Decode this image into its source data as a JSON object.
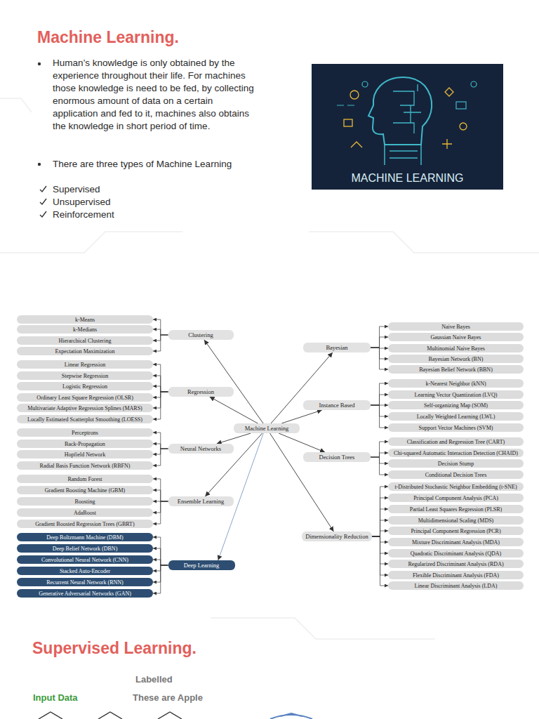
{
  "diagram": {
    "title": "Machine Learning.",
    "nodes": [
      {
        "text": [
          "Machine Learning"
        ]
      },
      {
        "text": [
          "Clustering"
        ]
      },
      {
        "text": [
          "Regression"
        ]
      },
      {
        "text": [
          "Neural Networks"
        ]
      },
      {
        "text": [
          "Ensemble Learning"
        ]
      },
      {
        "text": [
          "Deep Learning"
        ]
      },
      {
        "text": [
          "Bayesian"
        ]
      },
      {
        "text": [
          "Instance Based"
        ]
      },
      {
        "text": [
          "Decision Trees"
        ]
      },
      {
        "text": [
          "Dimensionality Reduction"
        ]
      },
      {
        "text": [
          "k-Means"
        ]
      },
      {
        "text": [
          "k-Medians"
        ]
      },
      {
        "text": [
          "Hierarchical Clustering"
        ]
      },
      {
        "text": [
          "Expectation Maximization"
        ]
      },
      {
        "text": [
          "Linear Regression"
        ]
      },
      {
        "text": [
          "Stepwise Regression"
        ]
      },
      {
        "text": [
          "Logistic Regression"
        ]
      },
      {
        "text": [
          "Ordinary Least Square Regression (OLSR)"
        ]
      },
      {
        "text": [
          "Multivariate Adaptive Regression Splines (MARS)"
        ]
      },
      {
        "text": [
          "Locally Estimated Scatterplot Smoothing (LOESS)"
        ]
      },
      {
        "text": [
          "Perceptrons"
        ]
      },
      {
        "text": [
          "Back-Propagation"
        ]
      },
      {
        "text": [
          "Hopfield Network"
        ]
      },
      {
        "text": [
          "Radial Basis Function Network (RBFN)"
        ]
      },
      {
        "text": [
          "Random Forest"
        ]
      },
      {
        "text": [
          "Gradient Boosting Machine (GBM)"
        ]
      },
      {
        "text": [
          "Boosting"
        ]
      },
      {
        "text": [
          "AdaBoost"
        ]
      },
      {
        "text": [
          "Gradient Boosted Regression Trees (GBRT)"
        ]
      },
      {
        "text": [
          "Deep Boltzmann Machine (DBM)"
        ]
      },
      {
        "text": [
          "Deep Belief Network (DBN)"
        ]
      },
      {
        "text": [
          "Convolutional Neural Network (CNN)"
        ]
      },
      {
        "text": [
          "Stacked Auto-Encoder"
        ]
      },
      {
        "text": [
          "Recurrent Neural Network (RNN)"
        ]
      },
      {
        "text": [
          "Generative Adversarial Networks (GAN)"
        ]
      },
      {
        "text": [
          "Naive Bayes"
        ]
      },
      {
        "text": [
          "Gaussian Naive Bayes"
        ]
      },
      {
        "text": [
          "Multinomial Naive Bayes"
        ]
      },
      {
        "text": [
          "Bayesian Network (BN)"
        ]
      },
      {
        "text": [
          "Bayesian Belief Network (BBN)"
        ]
      },
      {
        "text": [
          "k-Nearest Neighbor (kNN)"
        ]
      },
      {
        "text": [
          "Learning Vector Quantization (LVQ)"
        ]
      },
      {
        "text": [
          "Self-organizing Map (SOM)"
        ]
      },
      {
        "text": [
          "Locally Weighted Learning (LWL)"
        ]
      },
      {
        "text": [
          "Support Vector Machines (SVM)"
        ]
      },
      {
        "text": [
          "Classification and Regression Tree (CART)"
        ]
      },
      {
        "text": [
          "Chi-squared Automatic Interaction Detection (CHAID)"
        ]
      },
      {
        "text": [
          "Decision Stump"
        ]
      },
      {
        "text": [
          "Conditional Decision Trees"
        ]
      },
      {
        "text": [
          "t-Distributed Stochastic Neighbor Embedding (t-SNE)"
        ]
      },
      {
        "text": [
          "Principal Component Analysis (PCA)"
        ]
      },
      {
        "text": [
          "Partial Least Squares Regression (PLSR)"
        ]
      },
      {
        "text": [
          "Multidimensional Scaling (MDS)"
        ]
      },
      {
        "text": [
          "Principal Component Regression (PCR)"
        ]
      },
      {
        "text": [
          "Mixture Discriminant Analysis (MDA)"
        ]
      },
      {
        "text": [
          "Quadratic Discriminant Analysis (QDA)"
        ]
      },
      {
        "text": [
          "Regularized Discriminant Analysis (RDA)"
        ]
      },
      {
        "text": [
          "Flexible Discriminant Analysis (FDA)"
        ]
      },
      {
        "text": [
          "Linear Discriminant Analysis (LDA)"
        ]
      }
    ],
    "edges": [
      {
        "from": 0,
        "to": 1,
        "arrow": "to"
      },
      {
        "from": 0,
        "to": 2,
        "arrow": "to"
      },
      {
        "from": 0,
        "to": 3,
        "arrow": "to"
      },
      {
        "from": 0,
        "to": 4,
        "arrow": "to"
      },
      {
        "from": 0,
        "to": 5,
        "arrow": "to"
      },
      {
        "from": 0,
        "to": 6,
        "arrow": "to"
      },
      {
        "from": 0,
        "to": 7,
        "arrow": "to"
      },
      {
        "from": 0,
        "to": 8,
        "arrow": "to"
      },
      {
        "from": 0,
        "to": 9,
        "arrow": "to"
      },
      {
        "from": 1,
        "to": 10,
        "arrow": "to"
      },
      {
        "from": 1,
        "to": 11,
        "arrow": "to"
      },
      {
        "from": 1,
        "to": 12,
        "arrow": "to"
      },
      {
        "from": 1,
        "to": 13,
        "arrow": "to"
      },
      {
        "from": 2,
        "to": 14,
        "arrow": "to"
      },
      {
        "from": 2,
        "to": 15,
        "arrow": "to"
      },
      {
        "from": 2,
        "to": 16,
        "arrow": "to"
      },
      {
        "from": 2,
        "to": 17,
        "arrow": "to"
      },
      {
        "from": 2,
        "to": 18,
        "arrow": "to"
      },
      {
        "from": 2,
        "to": 19,
        "arrow": "to"
      },
      {
        "from": 3,
        "to": 20,
        "arrow": "to"
      },
      {
        "from": 3,
        "to": 21,
        "arrow": "to"
      },
      {
        "from": 3,
        "to": 22,
        "arrow": "to"
      },
      {
        "from": 3,
        "to": 23,
        "arrow": "to"
      },
      {
        "from": 4,
        "to": 24,
        "arrow": "to"
      },
      {
        "from": 4,
        "to": 25,
        "arrow": "to"
      },
      {
        "from": 4,
        "to": 26,
        "arrow": "to"
      },
      {
        "from": 4,
        "to": 27,
        "arrow": "to"
      },
      {
        "from": 4,
        "to": 28,
        "arrow": "to"
      },
      {
        "from": 5,
        "to": 29,
        "arrow": "to"
      },
      {
        "from": 5,
        "to": 30,
        "arrow": "to"
      },
      {
        "from": 5,
        "to": 31,
        "arrow": "to"
      },
      {
        "from": 5,
        "to": 32,
        "arrow": "to"
      },
      {
        "from": 5,
        "to": 33,
        "arrow": "to"
      },
      {
        "from": 5,
        "to": 34,
        "arrow": "to"
      },
      {
        "from": 6,
        "to": 35,
        "arrow": "to"
      },
      {
        "from": 6,
        "to": 36,
        "arrow": "to"
      },
      {
        "from": 6,
        "to": 37,
        "arrow": "to"
      },
      {
        "from": 6,
        "to": 38,
        "arrow": "to"
      },
      {
        "from": 6,
        "to": 39,
        "arrow": "to"
      },
      {
        "from": 7,
        "to": 40,
        "arrow": "to"
      },
      {
        "from": 7,
        "to": 41,
        "arrow": "to"
      },
      {
        "from": 7,
        "to": 42,
        "arrow": "to"
      },
      {
        "from": 7,
        "to": 43,
        "arrow": "to"
      },
      {
        "from": 7,
        "to": 44,
        "arrow": "to"
      },
      {
        "from": 8,
        "to": 45,
        "arrow": "to"
      },
      {
        "from": 8,
        "to": 46,
        "arrow": "to"
      },
      {
        "from": 8,
        "to": 47,
        "arrow": "to"
      },
      {
        "from": 8,
        "to": 48,
        "arrow": "to"
      },
      {
        "from": 9,
        "to": 49,
        "arrow": "to"
      },
      {
        "from": 9,
        "to": 50,
        "arrow": "to"
      },
      {
        "from": 9,
        "to": 51,
        "arrow": "to"
      },
      {
        "from": 9,
        "to": 52,
        "arrow": "to"
      },
      {
        "from": 9,
        "to": 53,
        "arrow": "to"
      },
      {
        "from": 9,
        "to": 54,
        "arrow": "to"
      },
      {
        "from": 9,
        "to": 55,
        "arrow": "to"
      },
      {
        "from": 9,
        "to": 56,
        "arrow": "to"
      },
      {
        "from": 9,
        "to": 57,
        "arrow": "to"
      },
      {
        "from": 9,
        "to": 58,
        "arrow": "to"
      }
    ],
    "labels": [
      "Human’s knowledge is only obtained by the experience throughout their life. For machines those knowledge is need to be fed, by collecting enormous amount of data on a certain application and fed to it, machines also obtains the knowledge in short period of time.",
      "There are three types of Machine Learning",
      "Supervised",
      "Unsupervised",
      "Reinforcement",
      "MACHINE LEARNING",
      "Supervised Learning.",
      "Labelled",
      "Input Data",
      "These are Apple"
    ]
  }
}
